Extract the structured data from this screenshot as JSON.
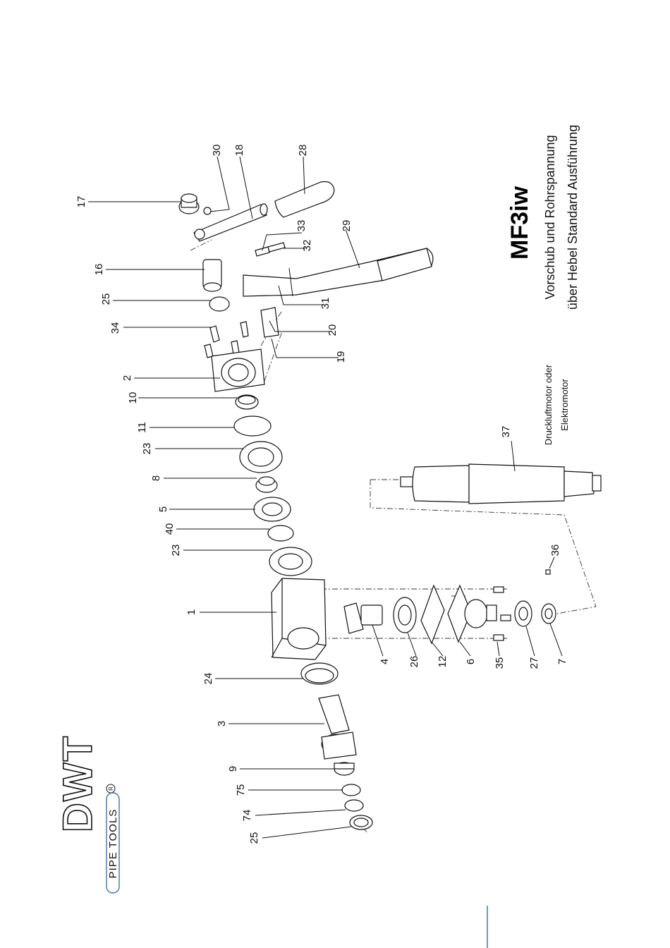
{
  "title": "MF3iw",
  "subtitle_line1": "Vorschub und Rohrspannung",
  "subtitle_line2": "über Hebel Standard Ausführung",
  "motor_note_line1": "Druckluftmotor oder",
  "motor_note_line2": "Elektromotor",
  "logo": {
    "brand": "DWT",
    "registered": "R",
    "tagline": "PIPE TOOLS"
  },
  "part_numbers": [
    "17",
    "30",
    "18",
    "28",
    "33",
    "32",
    "29",
    "16",
    "25",
    "31",
    "34",
    "20",
    "19",
    "2",
    "10",
    "11",
    "23",
    "8",
    "5",
    "40",
    "23",
    "37",
    "36",
    "1",
    "24",
    "4",
    "26",
    "12",
    "6",
    "35",
    "27",
    "7",
    "3",
    "9",
    "75",
    "74",
    "25"
  ]
}
